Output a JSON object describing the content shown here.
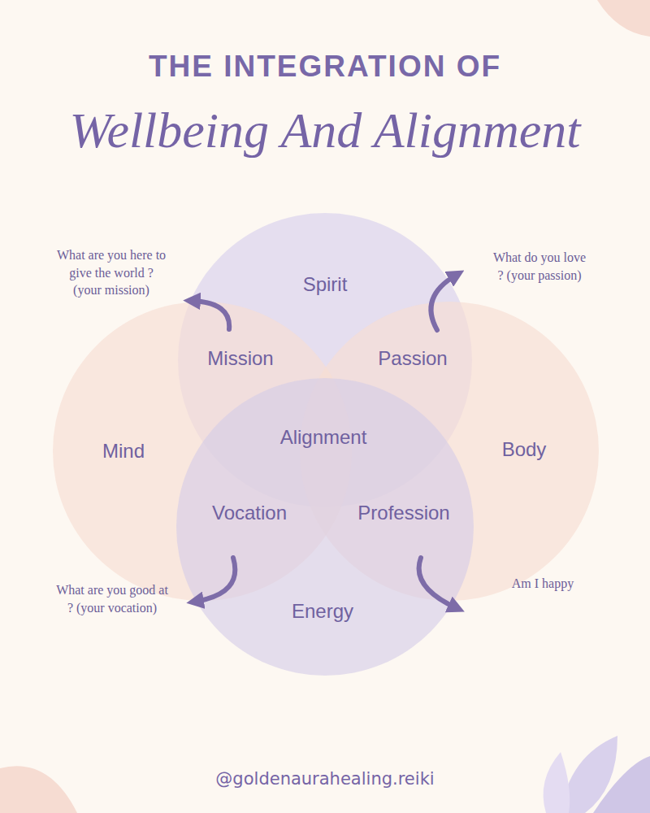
{
  "diagram": {
    "title": "THE INTEGRATION OF",
    "nodes": [
      {
        "text": [
          "Spirit"
        ]
      },
      {
        "text": [
          "Mind"
        ]
      },
      {
        "text": [
          "Body"
        ]
      },
      {
        "text": [
          "Energy"
        ]
      }
    ],
    "labels": [
      "Wellbeing And Alignment",
      "Mission",
      "Passion",
      "Alignment",
      "Vocation",
      "Profession",
      "What are you here to give the world ? (your mission)",
      "What do you love ? (your passion)",
      "What are you good at ? (your vocation)",
      "Am I happy",
      "@goldenaurahealing.reiki"
    ]
  }
}
